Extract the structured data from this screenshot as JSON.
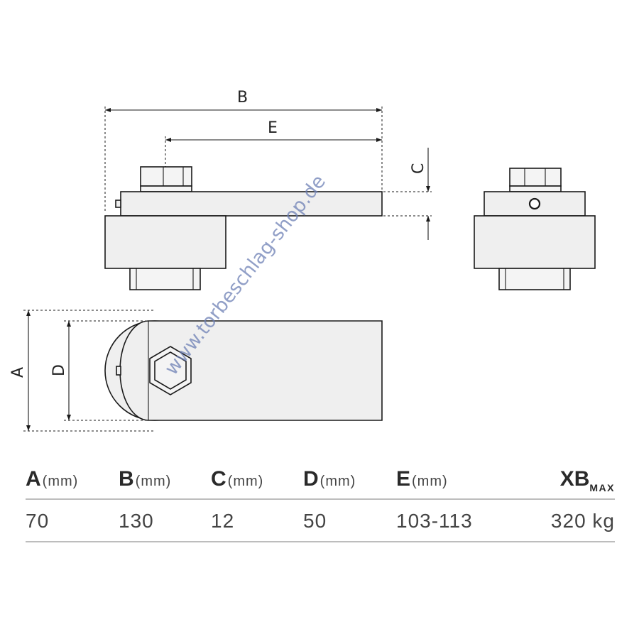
{
  "drawing": {
    "dimension_labels": {
      "a": "A",
      "b": "B",
      "c": "C",
      "d": "D",
      "e": "E"
    },
    "watermark": "www.torbeschlag-shop.de"
  },
  "spec_table": {
    "headers": [
      {
        "key": "A",
        "unit": "(mm)"
      },
      {
        "key": "B",
        "unit": "(mm)"
      },
      {
        "key": "C",
        "unit": "(mm)"
      },
      {
        "key": "D",
        "unit": "(mm)"
      },
      {
        "key": "E",
        "unit": "(mm)"
      },
      {
        "key": "XB",
        "sub": "MAX"
      }
    ],
    "values": [
      "70",
      "130",
      "12",
      "50",
      "103-113",
      "320 kg"
    ]
  }
}
